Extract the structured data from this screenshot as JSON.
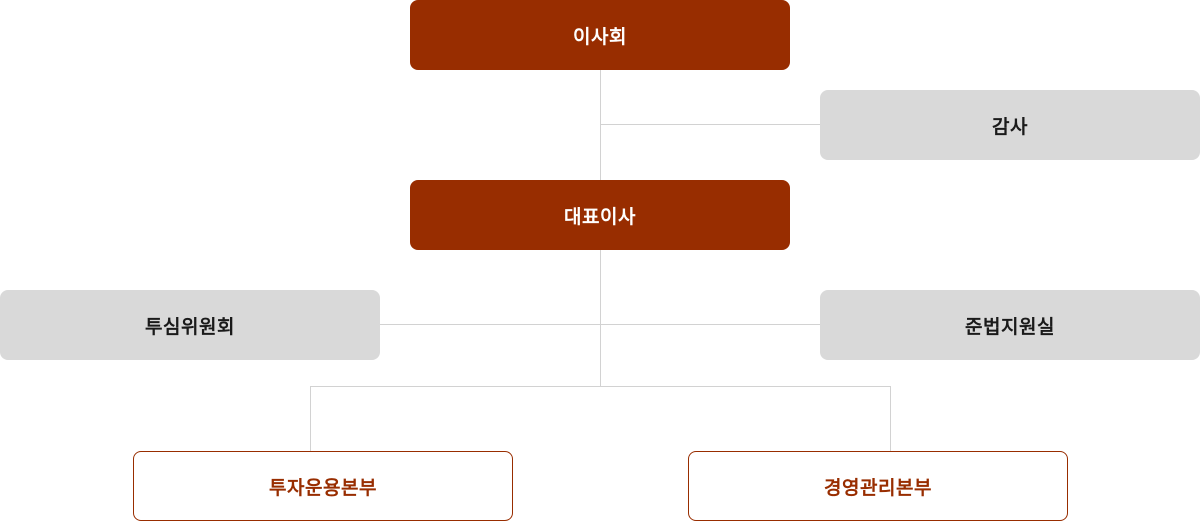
{
  "org_chart": {
    "board": "이사회",
    "auditor": "감사",
    "ceo": "대표이사",
    "investment_committee": "투심위원회",
    "compliance_office": "준법지원실",
    "investment_division": "투자운용본부",
    "management_division": "경영관리본부"
  },
  "colors": {
    "primary": "#982d00",
    "secondary_bg": "#d9d9d9",
    "connector": "#d2d2d2"
  }
}
